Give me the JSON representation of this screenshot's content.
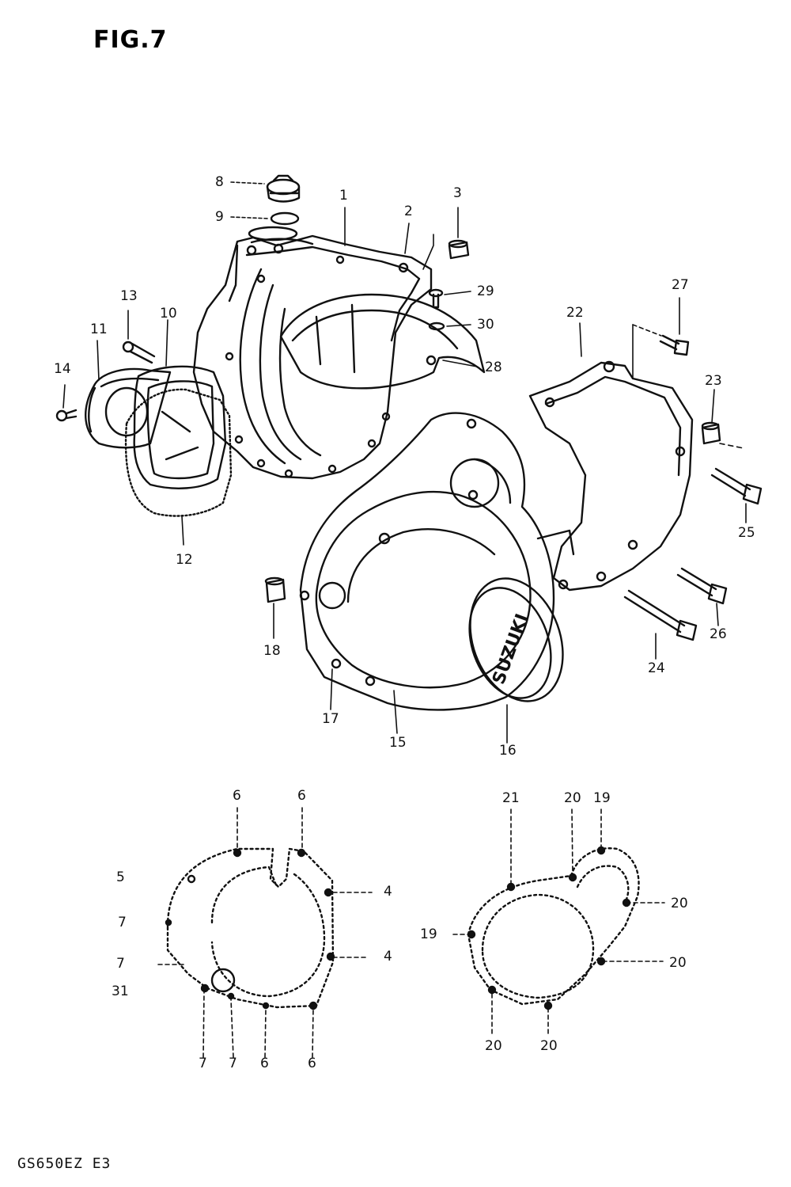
{
  "title": "FIG.7",
  "footer": "GS650EZ E3",
  "brand_text": "SUZUKI",
  "labels": [
    "1",
    "2",
    "3",
    "8",
    "9",
    "10",
    "11",
    "12",
    "13",
    "14",
    "18",
    "17",
    "15",
    "16",
    "22",
    "23",
    "24",
    "25",
    "26",
    "27",
    "28",
    "29",
    "30",
    "6",
    "6",
    "5",
    "7",
    "7",
    "31",
    "4",
    "4",
    "7",
    "7",
    "6",
    "6",
    "21",
    "20",
    "19",
    "19",
    "20",
    "20",
    "20",
    "20"
  ]
}
